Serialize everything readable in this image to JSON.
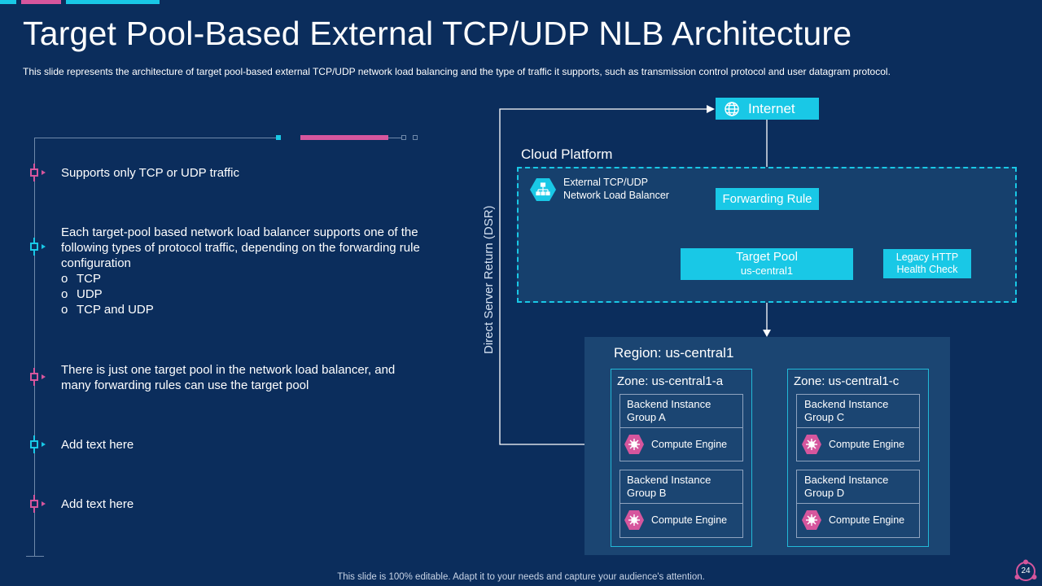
{
  "slide": {
    "title": "Target Pool-Based External TCP/UDP NLB Architecture",
    "subtitle": "This slide represents the architecture of target pool-based external TCP/UDP network load balancing and the type of traffic it supports, such as transmission control protocol and user datagram protocol.",
    "footer": "This slide is 100% editable. Adapt it to your needs and capture your audience's attention.",
    "page_number": "24"
  },
  "colors": {
    "background": "#0b2d5c",
    "cyan": "#19c8e6",
    "pink": "#d6569d",
    "panel": "#1b4572"
  },
  "left_list": {
    "item1": "Supports only TCP or UDP traffic",
    "item2": "Each target-pool based network load balancer supports one of the following types of protocol traffic, depending on the forwarding rule configuration",
    "item2_subs": [
      "TCP",
      "UDP",
      "TCP and UDP"
    ],
    "bullet_glyph": "o",
    "item3": "There is just one target pool in the network load balancer, and many forwarding rules can use the target pool",
    "item4": "Add text here",
    "item5": "Add text here"
  },
  "diagram": {
    "internet": "Internet",
    "cloud_platform": "Cloud Platform",
    "nlb_line1": "External TCP/UDP",
    "nlb_line2": "Network Load Balancer",
    "forwarding_rule": "Forwarding Rule",
    "target_pool_line1": "Target Pool",
    "target_pool_line2": "us-central1",
    "health_line1": "Legacy HTTP",
    "health_line2": "Health Check",
    "dsr": "Direct Server Return (DSR)",
    "region": "Region: us-central1",
    "zone_a": "Zone: us-central1-a",
    "zone_c": "Zone: us-central1-c",
    "group_a_l1": "Backend Instance",
    "group_a_l2": "Group A",
    "group_b_l1": "Backend Instance",
    "group_b_l2": "Group B",
    "group_c_l1": "Backend Instance",
    "group_c_l2": "Group C",
    "group_d_l1": "Backend Instance",
    "group_d_l2": "Group D",
    "compute_engine": "Compute Engine"
  },
  "icons": [
    "globe-icon",
    "network-hub-icon",
    "compute-engine-icon",
    "team-cycle-icon"
  ]
}
